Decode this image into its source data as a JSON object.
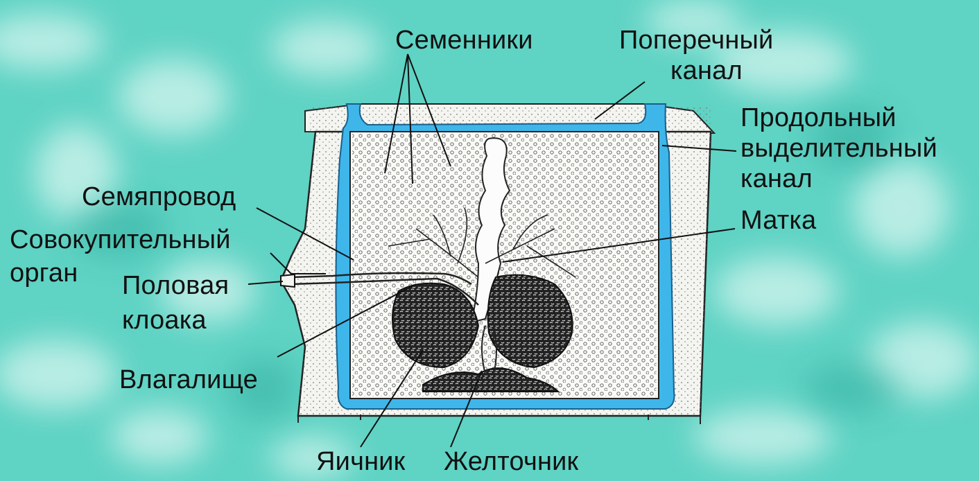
{
  "labels": {
    "testes": "Семенники",
    "transverse_canal": {
      "line1": "Поперечный",
      "line2": "канал"
    },
    "longitudinal_canal": {
      "line1": "Продольный",
      "line2": "выделительный",
      "line3": "канал"
    },
    "vas_deferens": "Семяпровод",
    "uterus": "Матка",
    "copulatory_organ": {
      "line1": "Совокупительный",
      "line2": "орган"
    },
    "genital_cloaca": {
      "line1": "Половая",
      "line2": "клоака"
    },
    "vagina": "Влагалище",
    "ovary": "Яичник",
    "vitellarium": "Желточник"
  },
  "colors": {
    "background": "#5fd3c4",
    "excretory_canal": "#3fb6ea",
    "tissue": "#f4f4f0",
    "ink": "#111111"
  }
}
